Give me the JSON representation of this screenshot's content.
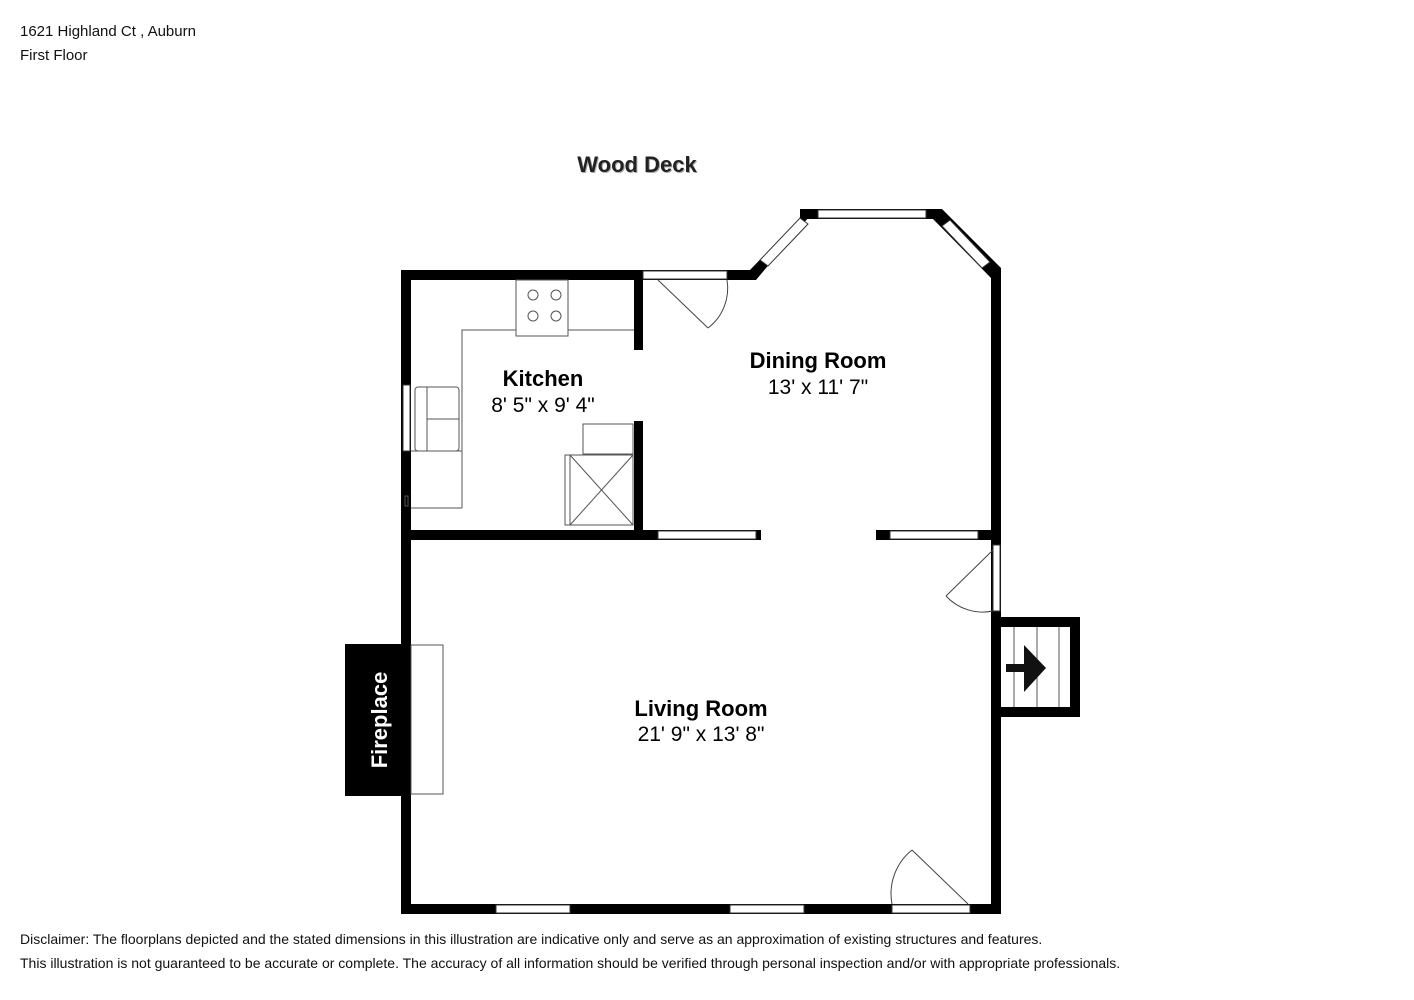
{
  "header": {
    "address": "1621 Highland Ct , Auburn",
    "floor": "First Floor"
  },
  "outdoor": {
    "deck_label": "Wood Deck"
  },
  "rooms": [
    {
      "name": "Kitchen",
      "dimensions": "8' 5\" x 9' 4\""
    },
    {
      "name": "Dining Room",
      "dimensions": "13' x 11' 7\""
    },
    {
      "name": "Living Room",
      "dimensions": "21' 9\" x 13' 8\""
    }
  ],
  "features": {
    "fireplace_label": "Fireplace"
  },
  "icons": [
    "stove-icon",
    "sink-icon",
    "refrigerator-icon",
    "door-swing-icon",
    "stairs-arrow-icon"
  ],
  "colors": {
    "wall": "#000000",
    "fixture": "#555555",
    "background": "#ffffff"
  },
  "disclaimer": {
    "line1": "Disclaimer: The floorplans depicted and the stated dimensions in this illustration are indicative only and serve as an approximation of existing structures and features.",
    "line2": "This illustration is not guaranteed to be accurate or complete. The accuracy of all information should be verified through personal inspection and/or with appropriate professionals."
  }
}
